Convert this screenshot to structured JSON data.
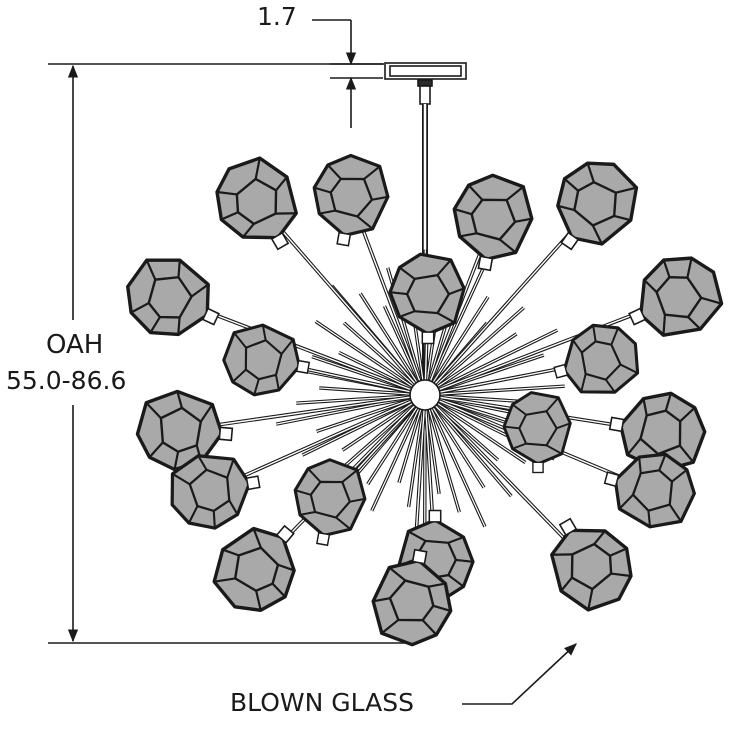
{
  "drawing": {
    "canopy_dimension": "1.7",
    "overall_height_label": "OAH",
    "overall_height_range": "55.0-86.6",
    "material_callout": "BLOWN GLASS"
  },
  "colors": {
    "line": "#1a1a1a",
    "glass_fill": "#a9a9a9",
    "background": "#ffffff"
  }
}
